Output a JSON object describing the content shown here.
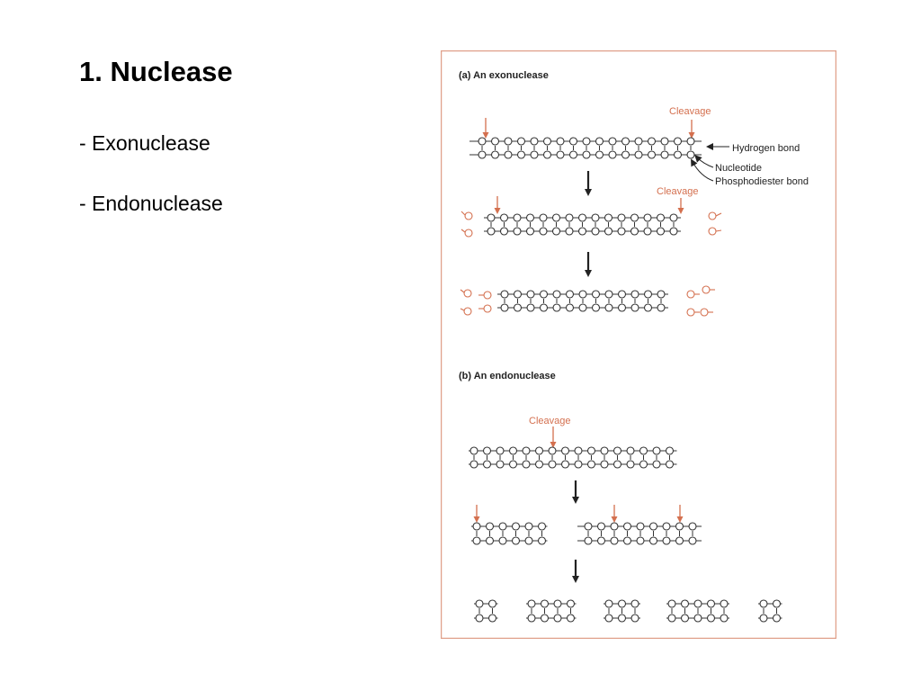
{
  "slide": {
    "title": "1. Nuclease",
    "bullets": [
      "- Exonuclease",
      "- Endonuclease"
    ]
  },
  "figure": {
    "border_color": "#e0a08a",
    "accent_color": "#d4704f",
    "ink_color": "#333333",
    "panel_a": {
      "title": "(a)  An exonuclease",
      "cleavage": "Cleavage",
      "hydrogen_bond": "Hydrogen bond",
      "nucleotide": "Nucleotide",
      "phosphodiester_bond": "Phosphodiester bond"
    },
    "panel_b": {
      "title": "(b)  An endonuclease",
      "cleavage": "Cleavage"
    }
  }
}
